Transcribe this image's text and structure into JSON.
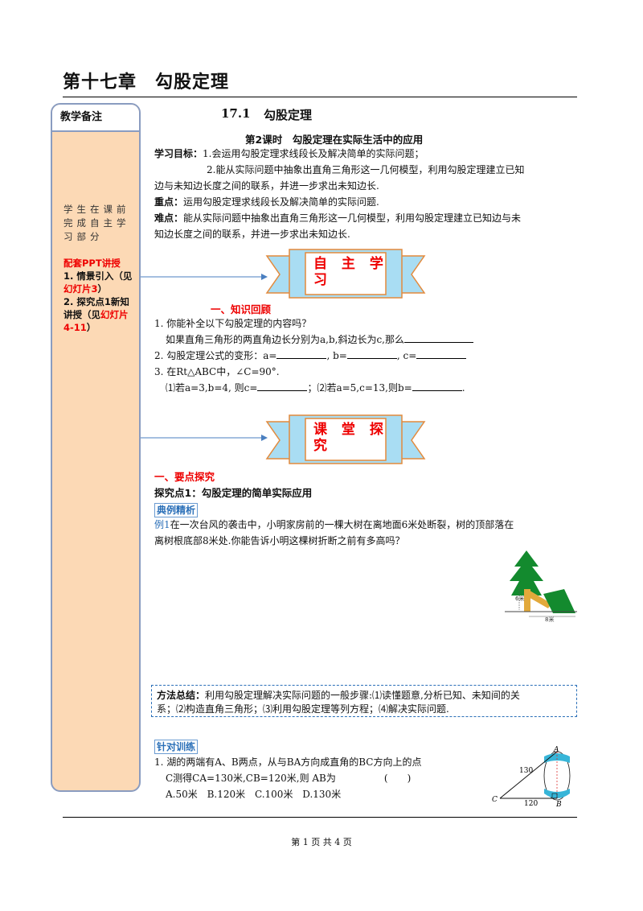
{
  "header": {
    "chapter_title": "第十七章　勾股定理"
  },
  "sidebar": {
    "head": "教学备注",
    "note": "学生在课前完成自主学习部分",
    "ppt": {
      "label": "配套PPT讲授",
      "item1": "1. 情景引入（见",
      "item1_link": "幻灯片3",
      "item1_end": "）",
      "item2": "2. 探究点1新知讲授（见",
      "item2_link": "幻灯片4-11",
      "item2_end": "）"
    }
  },
  "section": {
    "number": "17.1",
    "title": "勾股定理"
  },
  "lesson_title": "第2课时　勾股定理在实际生活中的应用",
  "goals": {
    "label": "学习目标：",
    "g1": "1.会运用勾股定理求线段长及解决简单的实际问题；",
    "g2_line1": "2.能从实际问题中抽象出直角三角形这一几何模型，利用勾股定理建立已知",
    "g2_line2": "边与未知边长度之间的联系，并进一步求出未知边长."
  },
  "key": {
    "label": "重点：",
    "text": "运用勾股定理求线段长及解决简单的实际问题."
  },
  "difficulty": {
    "label": "难点：",
    "line1": "能从实际问题中抽象出直角三角形这一几何模型，利用勾股定理建立已知边与未",
    "line2": "知边长度之间的联系，并进一步求出未知边长."
  },
  "banner1": {
    "text_line1": "自 主 学",
    "text_line2": "习"
  },
  "review": {
    "heading": "一、知识回顾",
    "q1": "1.  你能补全以下勾股定理的内容吗？",
    "q1_sub": "如果直角三角形的两直角边长分别为a,b,斜边长为c,那么",
    "q2_prefix": "2.   勾股定理公式的变形：a=",
    "q2_b": ", b=",
    "q2_c": ", c=",
    "q3": "3.   在Rt△ABC中，∠C=90°.",
    "q3_a1": "⑴若a=3,b=4, 则c=",
    "q3_a2": "；⑵若a=5,c=13,则b=",
    "period": "."
  },
  "banner2": {
    "text_line1": "课 堂 探",
    "text_line2": "究"
  },
  "explore": {
    "heading": "一、要点探究",
    "point_label": "探究点1：勾股定理的简单实际应用",
    "tag_example": "典例精析",
    "example_label": "例1",
    "example_line1": "在一次台风的袭击中，小明家房前的一棵大树在离地面6米处断裂，树的顶部落在",
    "example_line2": "离树根底部8米处.你能告诉小明这棵树折断之前有多高吗？",
    "figure_label_6": "6米",
    "figure_label_8": "8米"
  },
  "summary": {
    "label": "方法总结：",
    "line1": "利用勾股定理解决实际问题的一般步骤:⑴读懂题意,分析已知、未知间的关",
    "line2": "系；⑵构造直角三角形；⑶利用勾股定理等列方程；⑷解决实际问题."
  },
  "training": {
    "tag": "针对训练",
    "q1_line1": "1.   湖的两端有A、B两点，从与BA方向成直角的BC方向上的点",
    "q1_line2": "C测得CA=130米,CB=120米,则 AB为",
    "q1_paren": "(　　)",
    "options": [
      "A.50米",
      "B.120米",
      "C.100米",
      "D.130米"
    ],
    "fig_a": "A",
    "fig_b": "B",
    "fig_c": "C",
    "fig_130": "130",
    "fig_120": "120"
  },
  "footer": "第 1 页 共 4 页",
  "colors": {
    "red": "#e00000",
    "sidebar_bg": "#fcd9b5",
    "banner_bg": "#a9ddf3",
    "blue": "#2a6fb8"
  }
}
